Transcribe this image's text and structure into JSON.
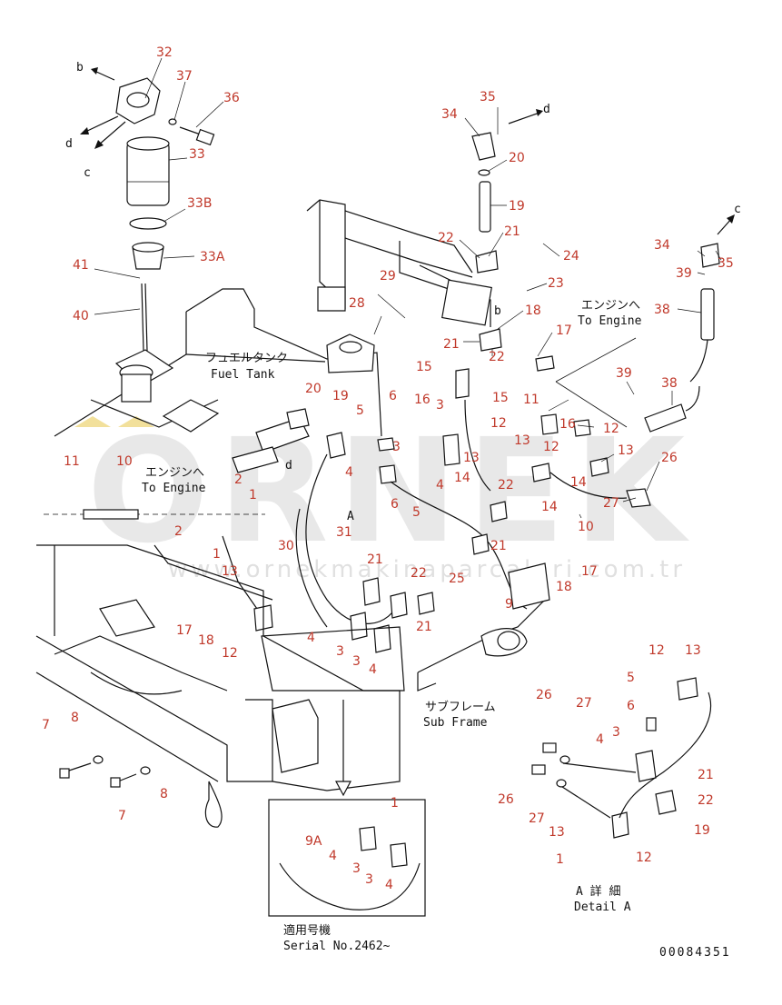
{
  "watermark": {
    "brand": "ORNEK",
    "url": "www.ornekmakinaparcalari.com.tr"
  },
  "part_numbers": [
    {
      "text": "32"
    },
    {
      "text": "37"
    },
    {
      "text": "36"
    },
    {
      "text": "33"
    },
    {
      "text": "33B"
    },
    {
      "text": "33A"
    },
    {
      "text": "41"
    },
    {
      "text": "40"
    },
    {
      "text": "35"
    },
    {
      "text": "34"
    },
    {
      "text": "20"
    },
    {
      "text": "19"
    },
    {
      "text": "22"
    },
    {
      "text": "21"
    },
    {
      "text": "24"
    },
    {
      "text": "29"
    },
    {
      "text": "23"
    },
    {
      "text": "28"
    },
    {
      "text": "18"
    },
    {
      "text": "17"
    },
    {
      "text": "21"
    },
    {
      "text": "22"
    },
    {
      "text": "34"
    },
    {
      "text": "35"
    },
    {
      "text": "39"
    },
    {
      "text": "38"
    },
    {
      "text": "39"
    },
    {
      "text": "38"
    },
    {
      "text": "15"
    },
    {
      "text": "16"
    },
    {
      "text": "3"
    },
    {
      "text": "15"
    },
    {
      "text": "12"
    },
    {
      "text": "11"
    },
    {
      "text": "16"
    },
    {
      "text": "12"
    },
    {
      "text": "13"
    },
    {
      "text": "20"
    },
    {
      "text": "19"
    },
    {
      "text": "5"
    },
    {
      "text": "6"
    },
    {
      "text": "3"
    },
    {
      "text": "13"
    },
    {
      "text": "12"
    },
    {
      "text": "13"
    },
    {
      "text": "14"
    },
    {
      "text": "4"
    },
    {
      "text": "14"
    },
    {
      "text": "22"
    },
    {
      "text": "14"
    },
    {
      "text": "26"
    },
    {
      "text": "27"
    },
    {
      "text": "11"
    },
    {
      "text": "10"
    },
    {
      "text": "2"
    },
    {
      "text": "1"
    },
    {
      "text": "4"
    },
    {
      "text": "6"
    },
    {
      "text": "5"
    },
    {
      "text": "31"
    },
    {
      "text": "21"
    },
    {
      "text": "10"
    },
    {
      "text": "2"
    },
    {
      "text": "30"
    },
    {
      "text": "13"
    },
    {
      "text": "1"
    },
    {
      "text": "21"
    },
    {
      "text": "22"
    },
    {
      "text": "25"
    },
    {
      "text": "17"
    },
    {
      "text": "18"
    },
    {
      "text": "9"
    },
    {
      "text": "17"
    },
    {
      "text": "18"
    },
    {
      "text": "12"
    },
    {
      "text": "21"
    },
    {
      "text": "4"
    },
    {
      "text": "3"
    },
    {
      "text": "3"
    },
    {
      "text": "4"
    },
    {
      "text": "12"
    },
    {
      "text": "13"
    },
    {
      "text": "5"
    },
    {
      "text": "26"
    },
    {
      "text": "27"
    },
    {
      "text": "6"
    },
    {
      "text": "3"
    },
    {
      "text": "4"
    },
    {
      "text": "7"
    },
    {
      "text": "8"
    },
    {
      "text": "7"
    },
    {
      "text": "8"
    },
    {
      "text": "21"
    },
    {
      "text": "22"
    },
    {
      "text": "26"
    },
    {
      "text": "27"
    },
    {
      "text": "19"
    },
    {
      "text": "13"
    },
    {
      "text": "1"
    },
    {
      "text": "12"
    },
    {
      "text": "1"
    },
    {
      "text": "9A"
    },
    {
      "text": "4"
    },
    {
      "text": "3"
    },
    {
      "text": "3"
    },
    {
      "text": "4"
    }
  ],
  "direction_letters": [
    {
      "text": "b"
    },
    {
      "text": "d"
    },
    {
      "text": "c"
    },
    {
      "text": "d"
    },
    {
      "text": "c"
    },
    {
      "text": "b"
    },
    {
      "text": "d"
    },
    {
      "text": "A"
    }
  ],
  "labels": {
    "fuel_tank_jp": "フュエルタンク",
    "fuel_tank_en": "Fuel Tank",
    "to_engine_jp_1": "エンジンへ",
    "to_engine_en_1": "To Engine",
    "to_engine_jp_2": "エンジンへ",
    "to_engine_en_2": "To Engine",
    "sub_frame_jp": "サブフレーム",
    "sub_frame_en": "Sub Frame",
    "detail_jp": "A 詳 細",
    "detail_en": "Detail A",
    "serial_jp": "適用号機",
    "serial_en": "Serial No.2462~",
    "drawing_no": "00084351"
  }
}
